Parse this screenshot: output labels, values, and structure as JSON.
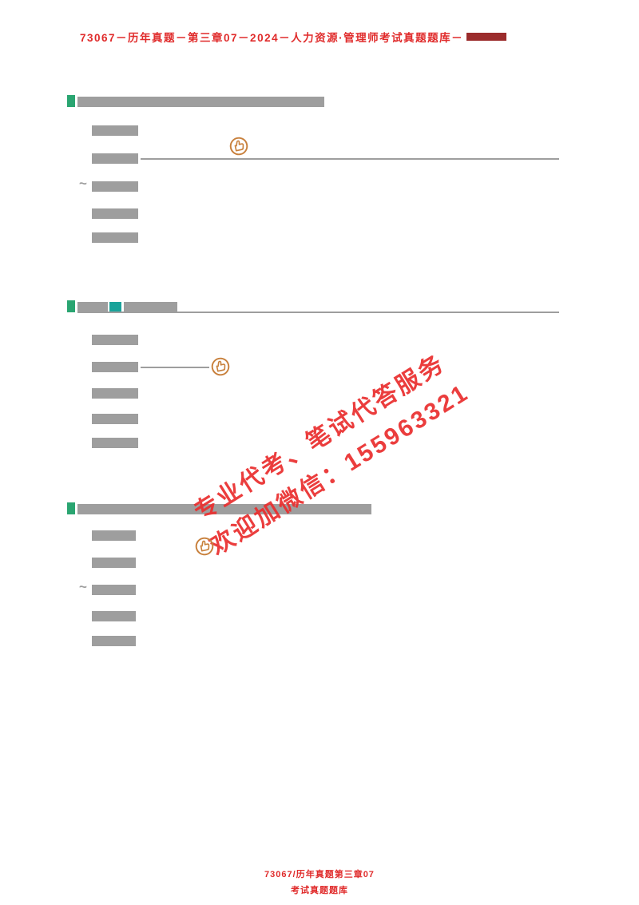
{
  "colors": {
    "red": "#e02b2b",
    "darkred": "#9b2c2c",
    "gray": "#9e9e9e",
    "green": "#2aa571",
    "teal": "#1aa39a",
    "orange": "#c8803c",
    "watermark": "#ea2f2f"
  },
  "header": {
    "title": "73067－历年真题－第三章07－2024－人力资源·管理师考试真题题库－"
  },
  "marks": {
    "tilde": "~"
  },
  "watermark": {
    "line1": "专业代考、笔试代答服务",
    "line2": "欢迎加微信：155963321"
  },
  "footer": {
    "line1": "73067/历年真题第三章07",
    "line2": "考试真题题库"
  }
}
